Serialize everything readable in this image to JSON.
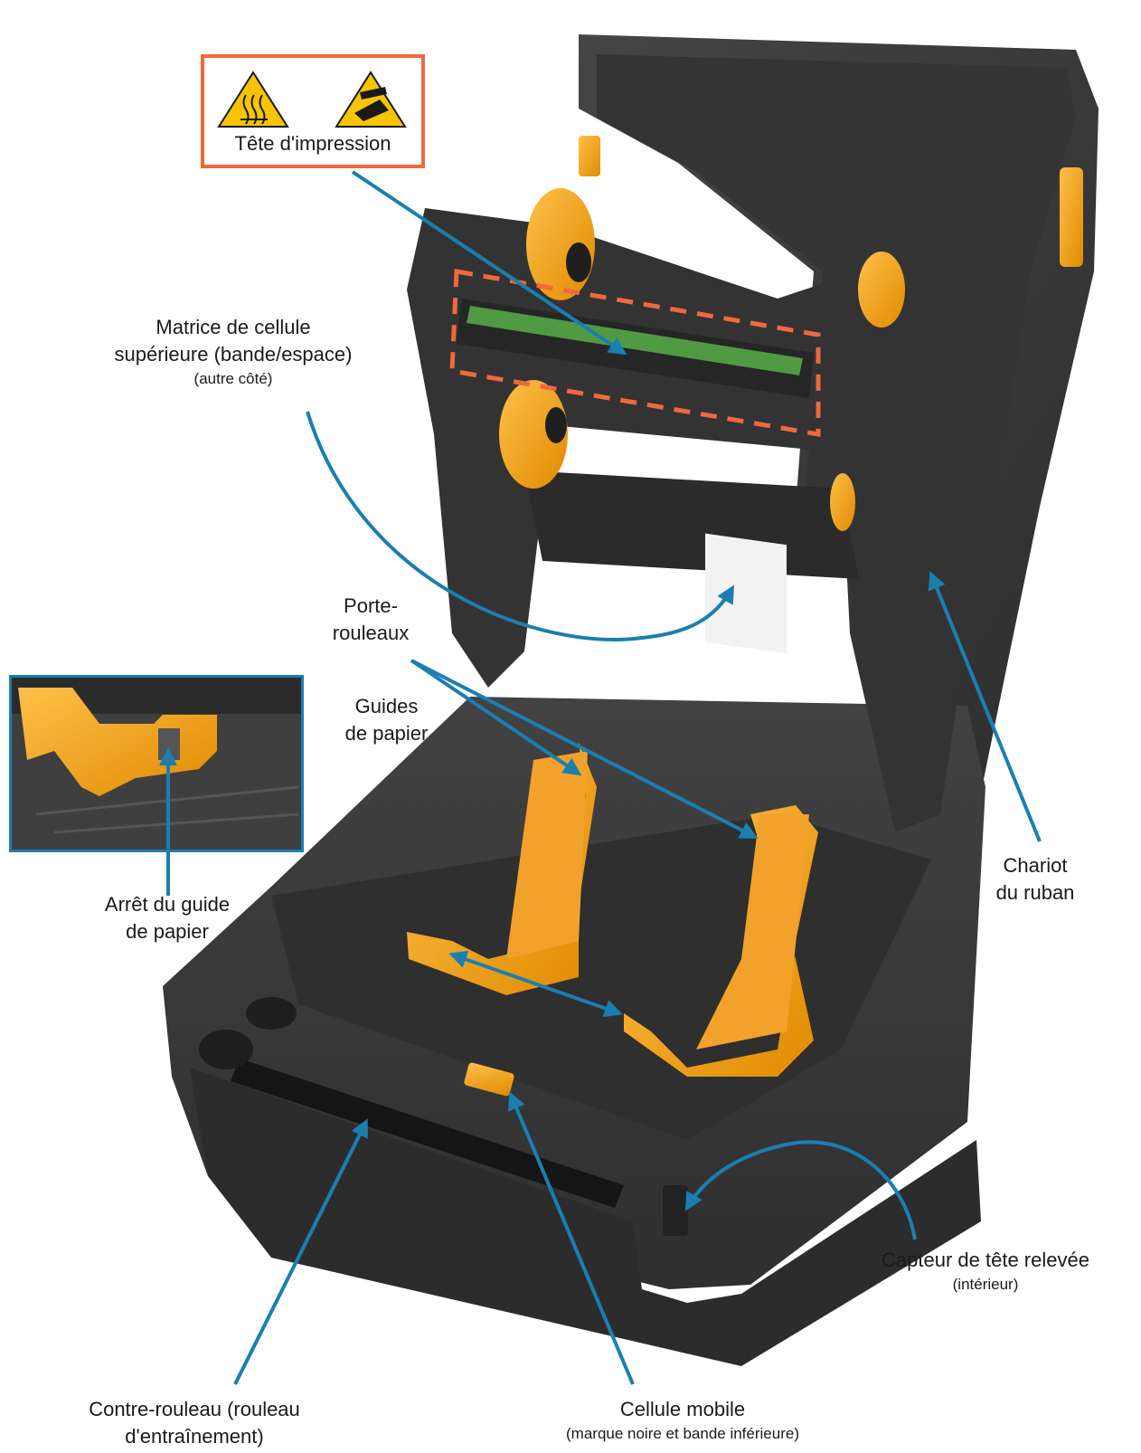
{
  "warning": {
    "title": "Tête d'impression",
    "icons": [
      "hot-surface-icon",
      "crush-hazard-icon"
    ],
    "border_color": "#f0693b"
  },
  "labels": {
    "top_sensor": {
      "line1": "Matrice de cellule",
      "line2": "supérieure (bande/espace)",
      "sub": "(autre côté)"
    },
    "roll_holders": {
      "line1": "Porte-",
      "line2": "rouleaux"
    },
    "paper_guides": {
      "line1": "Guides",
      "line2": "de papier"
    },
    "ribbon_carriage": {
      "line1": "Chariot",
      "line2": "du ruban"
    },
    "guide_stop": {
      "line1": "Arrêt du guide",
      "line2": "de papier"
    },
    "head_up_sensor": {
      "main": "Capteur de tête relevée",
      "sub": "(intérieur)"
    },
    "platen": {
      "line1": "Contre-rouleau (rouleau",
      "line2": "d'entraînement)"
    },
    "moving_sensor": {
      "main": "Cellule mobile",
      "sub": "(marque noire et bande inférieure)"
    }
  },
  "colors": {
    "callout": "#1a7fb0",
    "printer_body": "#3b3b3c",
    "printer_dark": "#2a2a2b",
    "accent_yellow": "#f7a51c",
    "printhead_green": "#4f9a43",
    "warning_yellow": "#f6c400"
  }
}
